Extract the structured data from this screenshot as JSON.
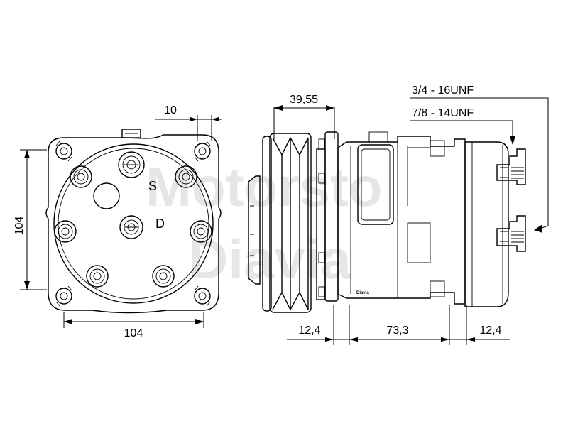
{
  "watermark": {
    "line1": "Motorsto",
    "line2": "Diavia"
  },
  "front_view": {
    "suction_letter": "S",
    "discharge_letter": "D",
    "dim_height": "104",
    "dim_width": "104",
    "dim_offset": "10"
  },
  "side_view": {
    "dim_pulley": "39,55",
    "dim_left": "12,4",
    "dim_body": "73,3",
    "dim_right": "12,4",
    "port_1": "3/4  - 16UNF",
    "port_2": "7/8  - 14UNF",
    "brand_label": "Diavia"
  }
}
